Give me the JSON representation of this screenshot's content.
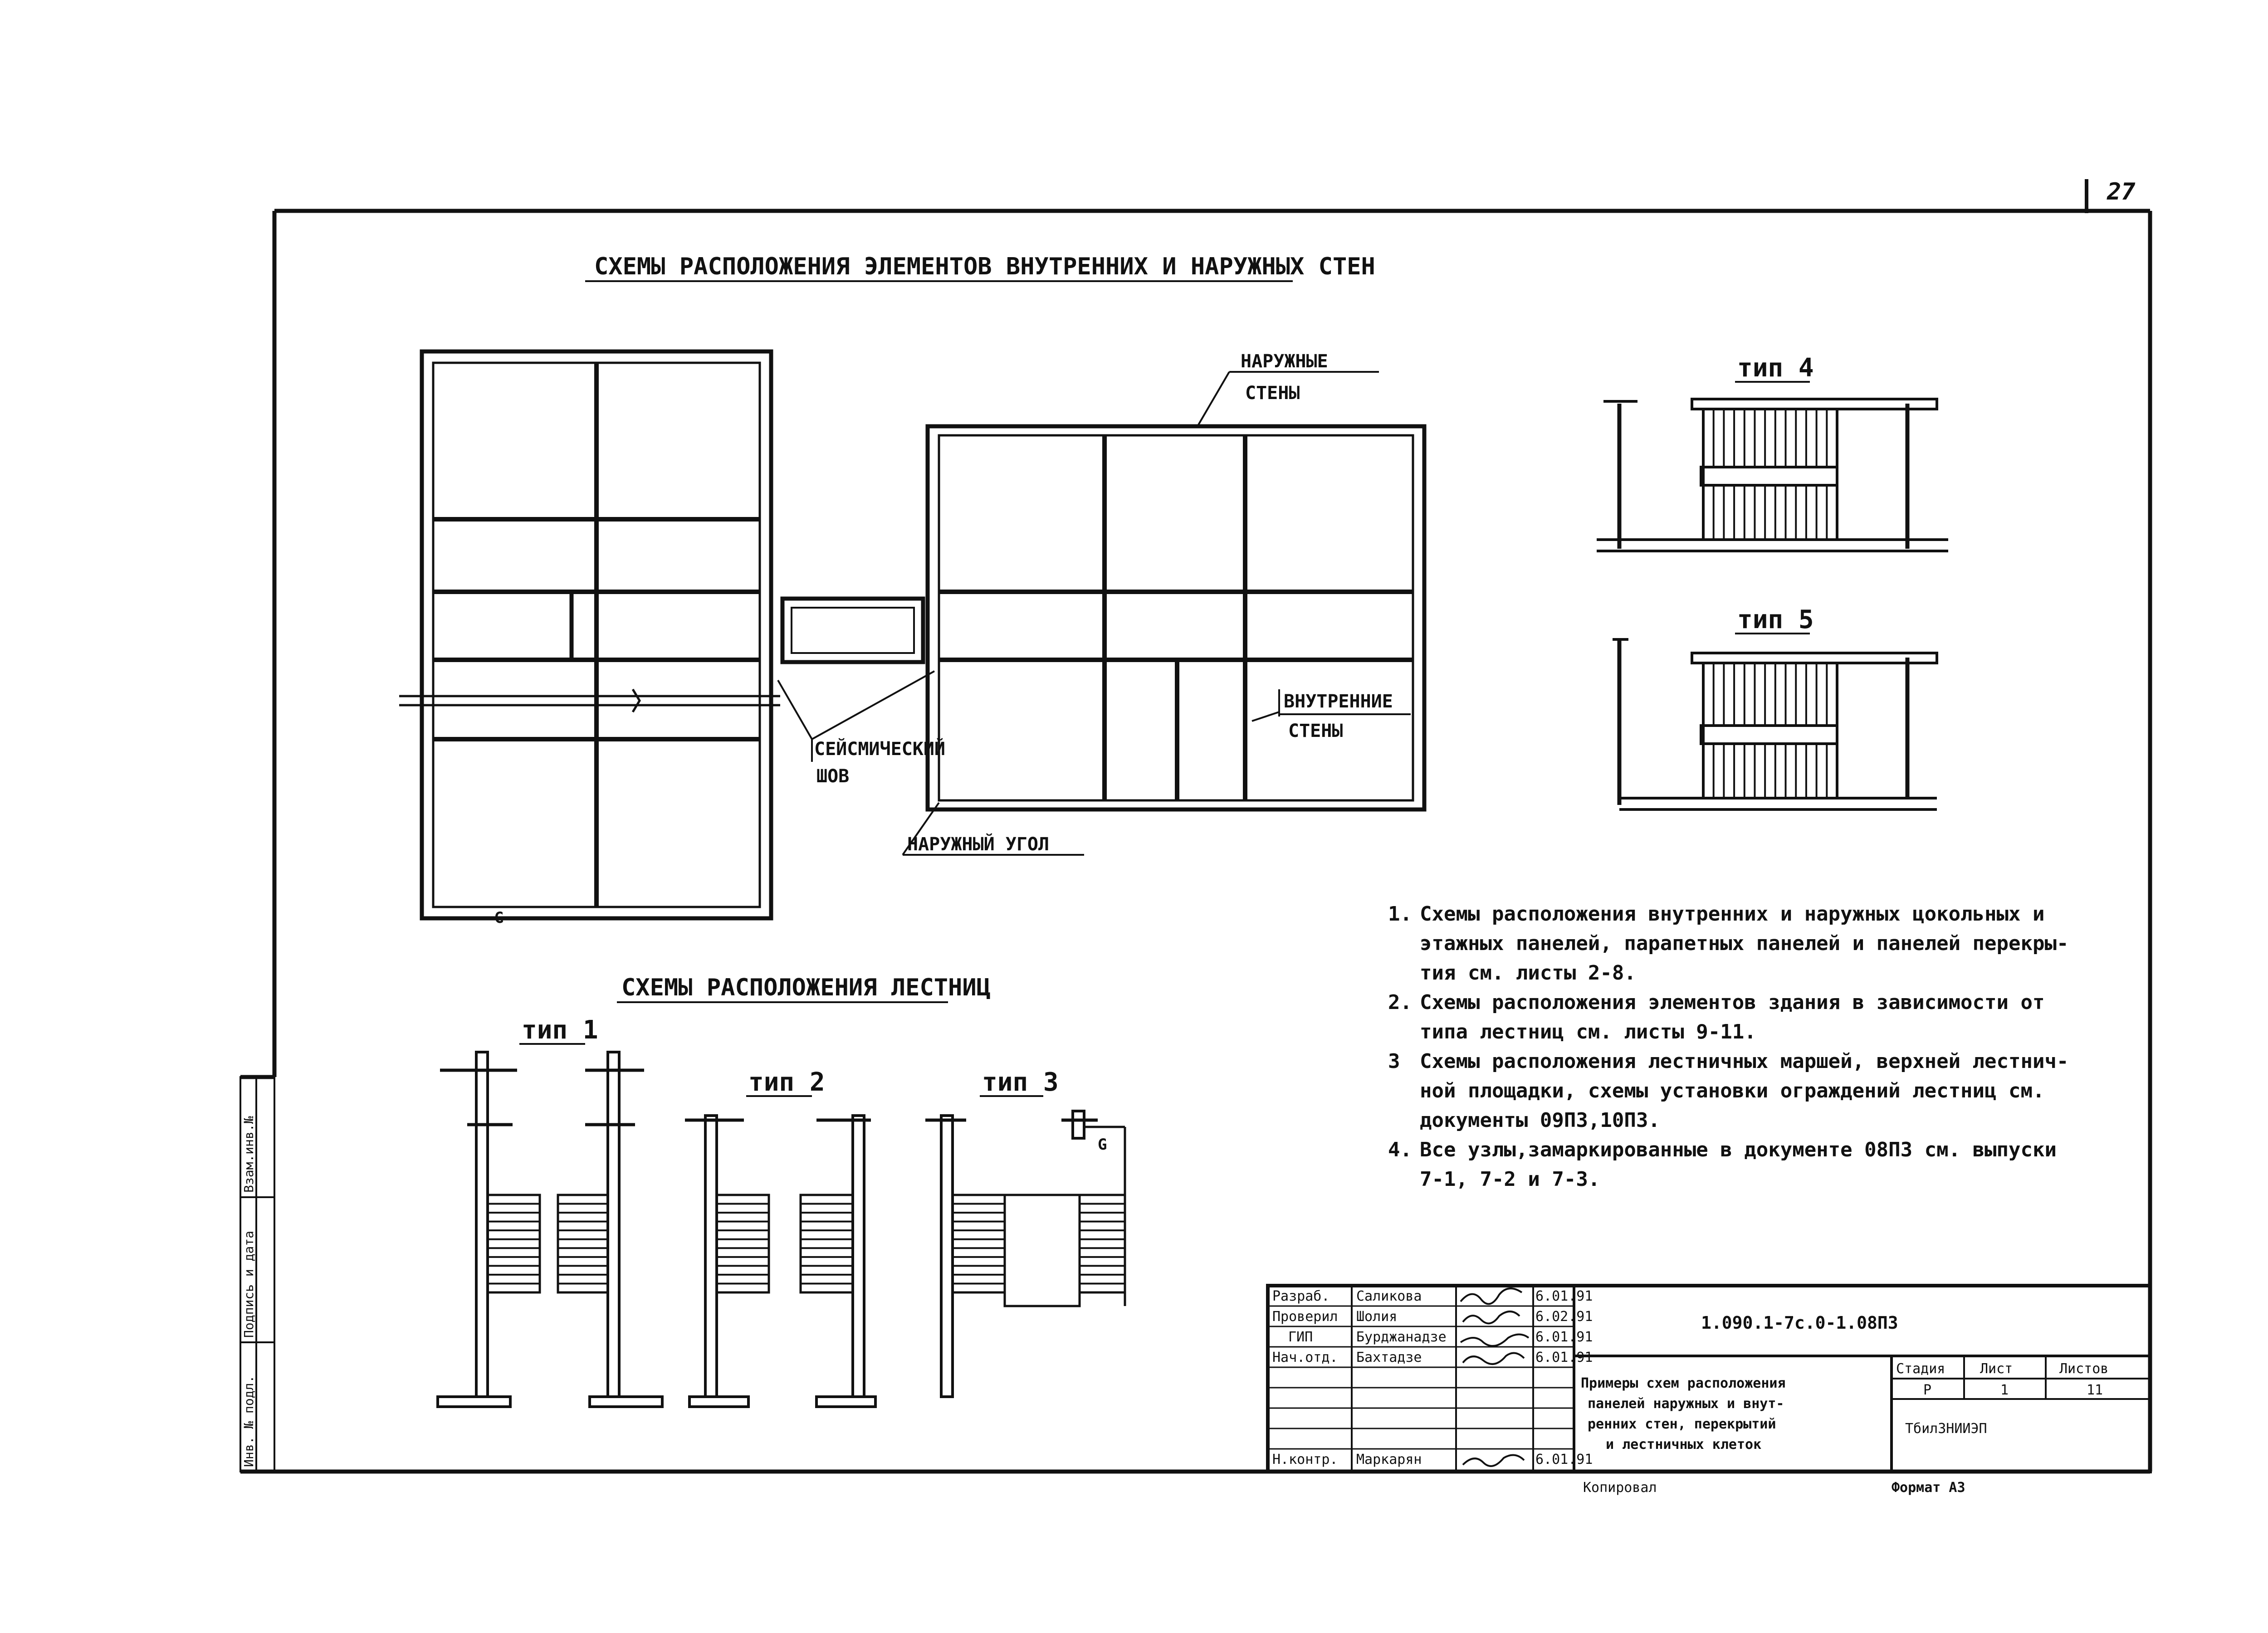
{
  "page_number": "27",
  "section_walls_title": "СХЕМЫ РАСПОЛОЖЕНИЯ ЭЛЕМЕНТОВ ВНУТРЕННИХ И НАРУЖНЫХ СТЕН",
  "section_stairs_title": "СХЕМЫ РАСПОЛОЖЕНИЯ ЛЕСТНИЦ",
  "labels": {
    "outer_walls_1": "НАРУЖНЫЕ",
    "outer_walls_2": "СТЕНЫ",
    "inner_walls_1": "ВНУТРЕННИЕ",
    "inner_walls_2": "СТЕНЫ",
    "seismic_1": "СЕЙСМИЧЕСКИЙ",
    "seismic_2": "ШОВ",
    "outer_corner": "НАРУЖНЫЙ УГОЛ",
    "mark_g": "G"
  },
  "stair_types": [
    "тип 1",
    "тип 2",
    "тип 3",
    "тип 4",
    "тип 5"
  ],
  "notes": [
    {
      "num": "1.",
      "lines": [
        "Схемы расположения внутренних и наружных цокольных и",
        "этажных панелей, парапетных панелей и панелей перекры-",
        "тия см. листы 2-8."
      ]
    },
    {
      "num": "2.",
      "lines": [
        "Схемы расположения элементов здания в зависимости от",
        "типа лестниц см. листы 9-11."
      ]
    },
    {
      "num": "3",
      "lines": [
        "Схемы расположения лестничных маршей, верхней лестнич-",
        "ной площадки, схемы установки ограждений лестниц см.",
        "документы 09ПЗ,10ПЗ."
      ]
    },
    {
      "num": "4.",
      "lines": [
        "Все узлы,замаркированные в документе 08ПЗ см. выпуски",
        "7-1, 7-2 и 7-3."
      ]
    }
  ],
  "side_stamp": [
    "Инв. № подл.",
    "Подпись и дата",
    "Взам.инв.№"
  ],
  "title_block": {
    "doc_code": "1.090.1-7с.0-1.08ПЗ",
    "description": [
      "Примеры схем расположения",
      "панелей наружных и внут-",
      "ренних стен, перекрытий",
      "и лестничных клеток"
    ],
    "rows": [
      {
        "role": "Разраб.",
        "name": "Саликова",
        "date": "6.01.91"
      },
      {
        "role": "Проверил",
        "name": "Шолия",
        "date": "6.02.91"
      },
      {
        "role": "ГИП",
        "name": "Бурджанадзе",
        "date": "6.01.91"
      },
      {
        "role": "Нач.отд.",
        "name": "Бахтадзе",
        "date": "6.01.91"
      },
      {
        "role": "Н.контр.",
        "name": "Маркарян",
        "date": "6.01.91"
      }
    ],
    "stage_header": "Стадия",
    "sheet_header": "Лист",
    "sheets_header": "Листов",
    "stage": "Р",
    "sheet": "1",
    "sheets": "11",
    "org": "ТбилЗНИИЭП"
  },
  "footer": {
    "copied": "Копировал",
    "format": "Формат А3"
  }
}
